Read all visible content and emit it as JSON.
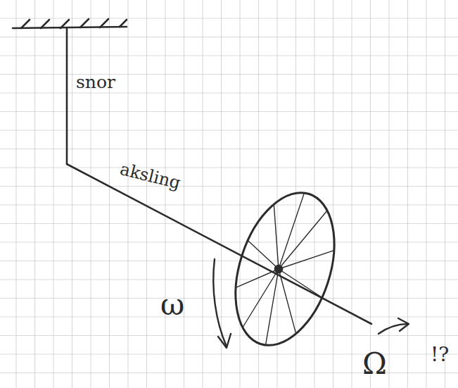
{
  "diagram": {
    "labels": [
      "snor",
      "aksling",
      "ω",
      "Ω",
      "!?"
    ]
  }
}
